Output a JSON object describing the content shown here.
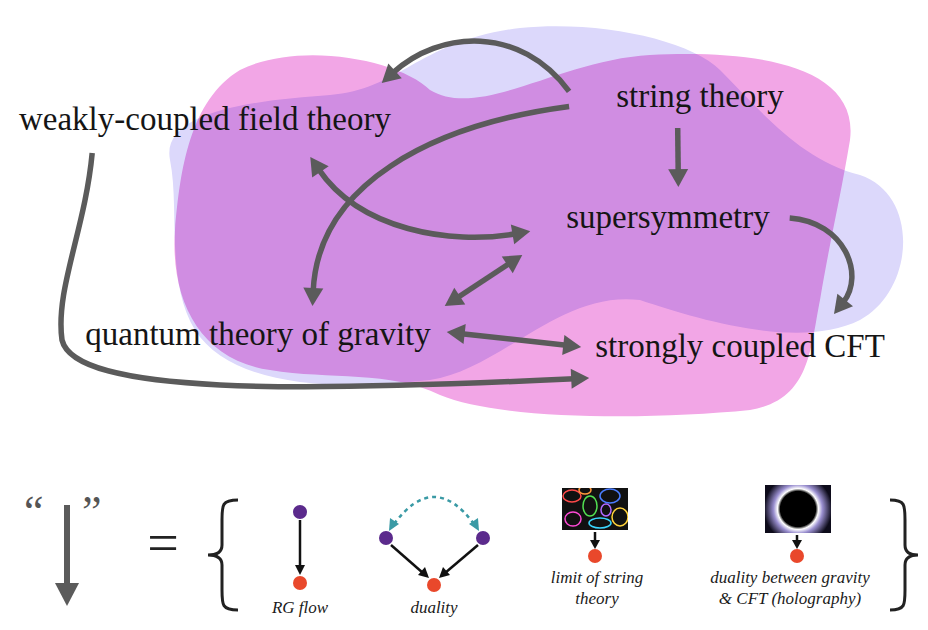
{
  "diagram": {
    "nodes": [
      {
        "text": [
          "weakly-coupled field theory"
        ]
      },
      {
        "text": [
          "string theory"
        ]
      },
      {
        "text": [
          "supersymmetry"
        ]
      },
      {
        "text": [
          "quantum theory of gravity"
        ]
      },
      {
        "text": [
          "strongly coupled CFT"
        ]
      }
    ],
    "edges": [
      {
        "from": 1,
        "to": 0,
        "arrow": "to"
      },
      {
        "from": 1,
        "to": 3,
        "arrow": "to"
      },
      {
        "from": 1,
        "to": 2,
        "arrow": "to"
      },
      {
        "from": 0,
        "to": 2,
        "arrow": "both"
      },
      {
        "from": 2,
        "to": 3,
        "arrow": "both"
      },
      {
        "from": 3,
        "to": 4,
        "arrow": "both"
      },
      {
        "from": 2,
        "to": 4,
        "arrow": "to"
      },
      {
        "from": 0,
        "to": 4,
        "arrow": "to"
      }
    ],
    "labels": [
      "“",
      "”",
      "=",
      "RG flow",
      "duality",
      "limit of string theory",
      "duality between gravity & CFT (holography)"
    ]
  }
}
